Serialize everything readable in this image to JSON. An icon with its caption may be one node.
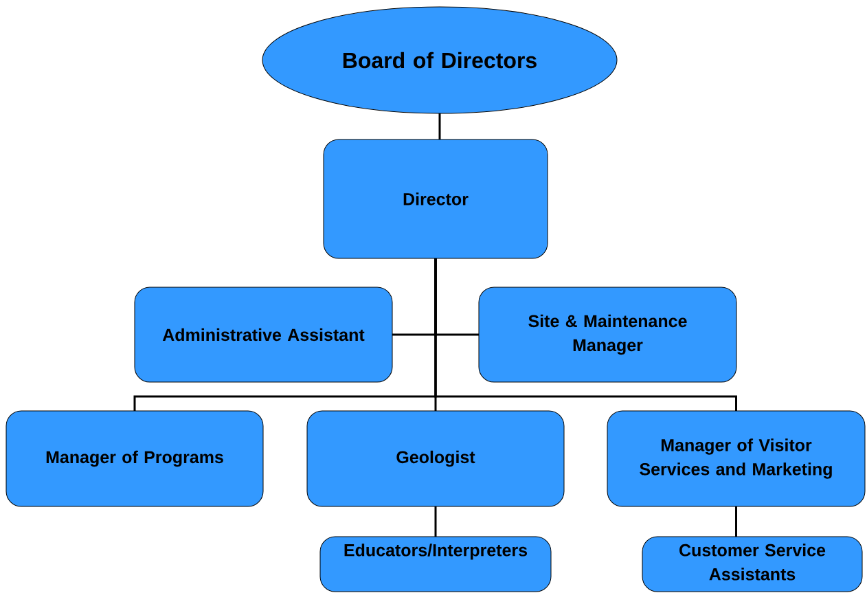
{
  "diagram": {
    "nodes": [
      {
        "text": [
          "Board of Directors"
        ]
      },
      {
        "text": [
          "Director"
        ]
      },
      {
        "text": [
          "Administrative Assistant"
        ]
      },
      {
        "text": [
          "Site & Maintenance Manager"
        ]
      },
      {
        "text": [
          "Manager of Programs"
        ]
      },
      {
        "text": [
          "Geologist"
        ]
      },
      {
        "text": [
          "Manager of Visitor Services and Marketing"
        ]
      },
      {
        "text": [
          "Educators/Interpreters"
        ]
      },
      {
        "text": [
          "Customer Service Assistants"
        ]
      }
    ],
    "edges": [
      {
        "from": 0,
        "to": 1,
        "arrow": "none"
      },
      {
        "from": 1,
        "to": 2,
        "arrow": "none"
      },
      {
        "from": 1,
        "to": 3,
        "arrow": "none"
      },
      {
        "from": 1,
        "to": 4,
        "arrow": "none"
      },
      {
        "from": 1,
        "to": 5,
        "arrow": "none"
      },
      {
        "from": 1,
        "to": 6,
        "arrow": "none"
      },
      {
        "from": 5,
        "to": 7,
        "arrow": "none"
      },
      {
        "from": 6,
        "to": 8,
        "arrow": "none"
      }
    ]
  }
}
